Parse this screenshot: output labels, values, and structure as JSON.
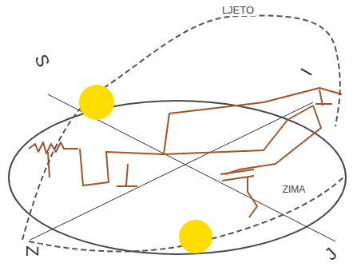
{
  "diagram": {
    "labels": [
      "LJETO",
      "S",
      "I",
      "ZIMA",
      "Z",
      "J"
    ]
  }
}
